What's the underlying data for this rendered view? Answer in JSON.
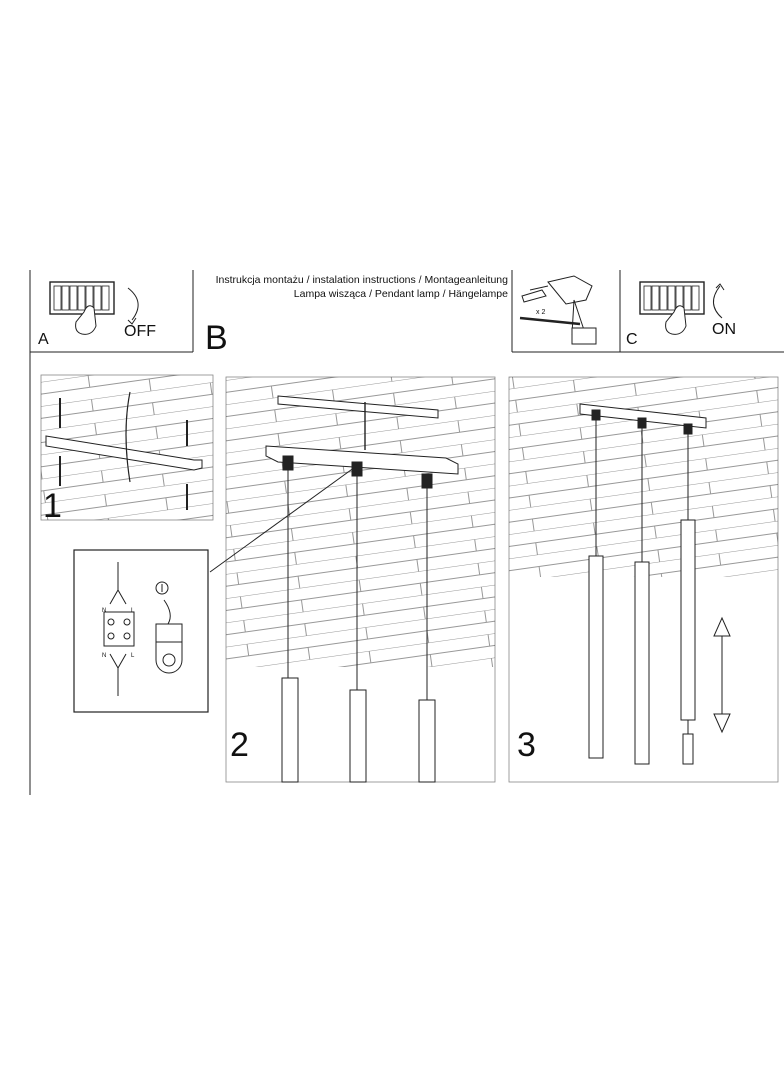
{
  "header": {
    "line1": "Instrukcja montażu / instalation instructions / Montageanleitung",
    "line2": "Lampa wisząca / Pendant lamp / Hängelampe"
  },
  "steps": {
    "a": {
      "letter": "A",
      "action": "OFF"
    },
    "b": {
      "letter": "B"
    },
    "c": {
      "letter": "C",
      "action": "ON"
    },
    "s1": "1",
    "s2": "2",
    "s3": "3"
  },
  "drill": {
    "qty": "x 2"
  },
  "wiring": {
    "n_top": "N",
    "l_top": "L",
    "n_bottom": "N",
    "l_bottom": "L"
  },
  "colors": {
    "line": "#222222",
    "bg": "#ffffff"
  }
}
